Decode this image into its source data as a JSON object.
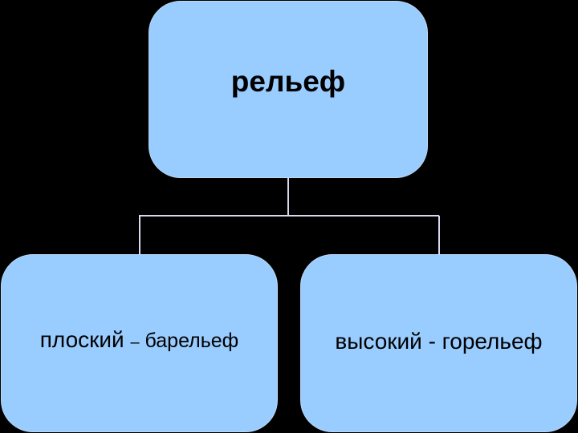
{
  "root": {
    "label": "рельеф"
  },
  "children": [
    {
      "label_a": "плоский ",
      "label_dash": "–",
      "label_b": " барельеф"
    },
    {
      "label": "высокий - горельеф"
    }
  ],
  "colors": {
    "background": "#000000",
    "node_fill": "#99ccff",
    "connector": "#d8d8f0"
  }
}
